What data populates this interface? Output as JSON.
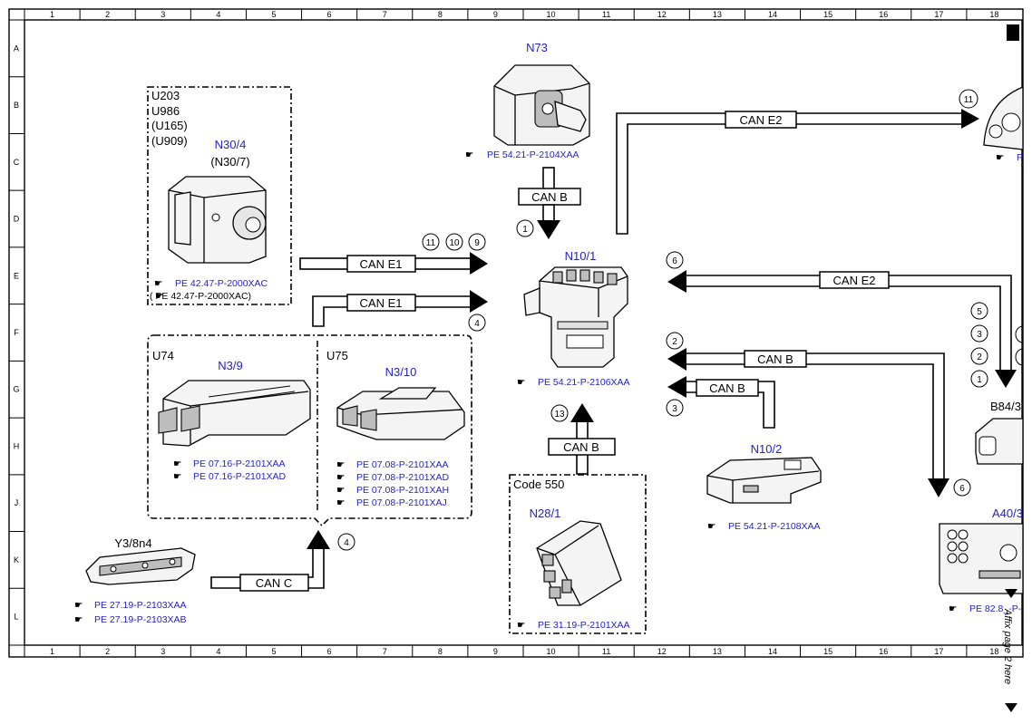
{
  "ruler": {
    "columns": [
      "1",
      "2",
      "3",
      "4",
      "5",
      "6",
      "7",
      "8",
      "9",
      "10",
      "11",
      "12",
      "13",
      "14",
      "15",
      "16",
      "17",
      "18"
    ],
    "rows": [
      "A",
      "B",
      "C",
      "D",
      "E",
      "F",
      "G",
      "H",
      "J",
      "K",
      "L"
    ]
  },
  "components": {
    "n73": {
      "label": "N73",
      "ref": "PE 54.21-P-2104XAA"
    },
    "n10_1": {
      "label": "N10/1",
      "ref": "PE 54.21-P-2106XAA"
    },
    "n30_4": {
      "variants": [
        "U203",
        "U986",
        "(U165)",
        "(U909)"
      ],
      "label": "N30/4",
      "alt_label": "(N30/7)",
      "ref": "PE 42.47-P-2000XAC",
      "alt_ref": "(     PE 42.47-P-2000XAC)"
    },
    "n3_9": {
      "variant": "U74",
      "label": "N3/9",
      "refs": [
        "PE 07.16-P-2101XAA",
        "PE 07.16-P-2101XAD"
      ]
    },
    "n3_10": {
      "variant": "U75",
      "label": "N3/10",
      "refs": [
        "PE 07.08-P-2101XAA",
        "PE 07.08-P-2101XAD",
        "PE 07.08-P-2101XAH",
        "PE 07.08-P-2101XAJ"
      ]
    },
    "y3_8n4": {
      "label": "Y3/8n4",
      "refs": [
        "PE 27.19-P-2103XAA",
        "PE 27.19-P-2103XAB"
      ]
    },
    "n28_1": {
      "code": "Code 550",
      "label": "N28/1",
      "ref": "PE 31.19-P-2101XAA"
    },
    "n10_2": {
      "label": "N10/2",
      "ref": "PE 54.21-P-2108XAA"
    },
    "b84_3": {
      "label": "B84/3"
    },
    "a40_3": {
      "label": "A40/3",
      "ref": "PE 82.8_-P-"
    },
    "cluster": {
      "ref": "P"
    }
  },
  "buses": {
    "can_b_top": "CAN B",
    "can_e2_top": "CAN E2",
    "can_e1_a": "CAN E1",
    "can_e1_b": "CAN E1",
    "can_e2_right": "CAN E2",
    "can_b_right1": "CAN B",
    "can_b_right2": "CAN B",
    "can_b_lower": "CAN B",
    "can_c": "CAN C"
  },
  "markers": {
    "m_canb_top": "1",
    "m_e2_top": "11",
    "m_e1_a": [
      "11",
      "10",
      "9"
    ],
    "m_e1_b": "4",
    "m_e2_right": "6",
    "m_b84": [
      "5",
      "3",
      "2",
      "1"
    ],
    "m_canb_r1": "2",
    "m_canb_r2": "3",
    "m_a40": "6",
    "m_canb_lower": "13",
    "m_canc": "4"
  },
  "side_note": "Affix page 2 here"
}
